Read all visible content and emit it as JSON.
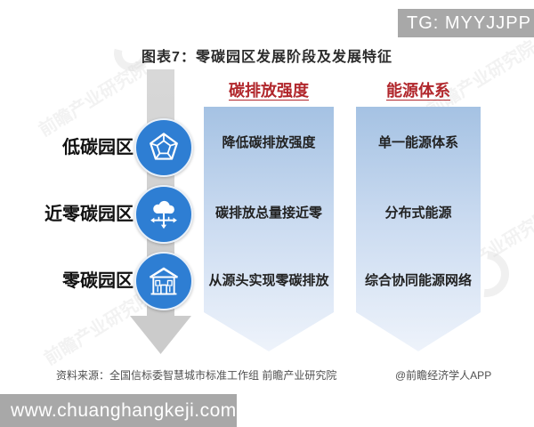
{
  "badge": {
    "text": "TG: MYYJJPP"
  },
  "title": "图表7：零碳园区发展阶段及发展特征",
  "columns": [
    {
      "header": "碳排放强度"
    },
    {
      "header": "能源体系"
    }
  ],
  "rows": [
    {
      "label": "低碳园区",
      "icon": "gem-pentagon-icon",
      "carbon_intensity": "降低碳排放强度",
      "energy_system": "单一能源体系"
    },
    {
      "label": "近零碳园区",
      "icon": "cloud-distribution-icon",
      "carbon_intensity": "碳排放总量接近零",
      "energy_system": "分布式能源"
    },
    {
      "label": "零碳园区",
      "icon": "factory-building-icon",
      "carbon_intensity": "从源头实现零碳排放",
      "energy_system": "综合协同能源网络"
    }
  ],
  "footer": {
    "source": "资料来源：全国信标委智慧城市标准工作组 前瞻产业研究院",
    "credit": "@前瞻经济学人APP"
  },
  "bottom_bar": {
    "url": "www.chuanghangkeji.com"
  },
  "watermark": {
    "text": "前瞻产业研究院"
  },
  "colors": {
    "accent-blue": "#2e7ed3",
    "banner-top": "#a5c2e3",
    "banner-mid": "#c9daf0",
    "banner-bottom": "#eef3fb",
    "header-red": "#b1272c",
    "arrow-gray": "#cbcbcb",
    "bar-gray": "#a8a8a8",
    "text-dark": "#2b2b2b"
  }
}
